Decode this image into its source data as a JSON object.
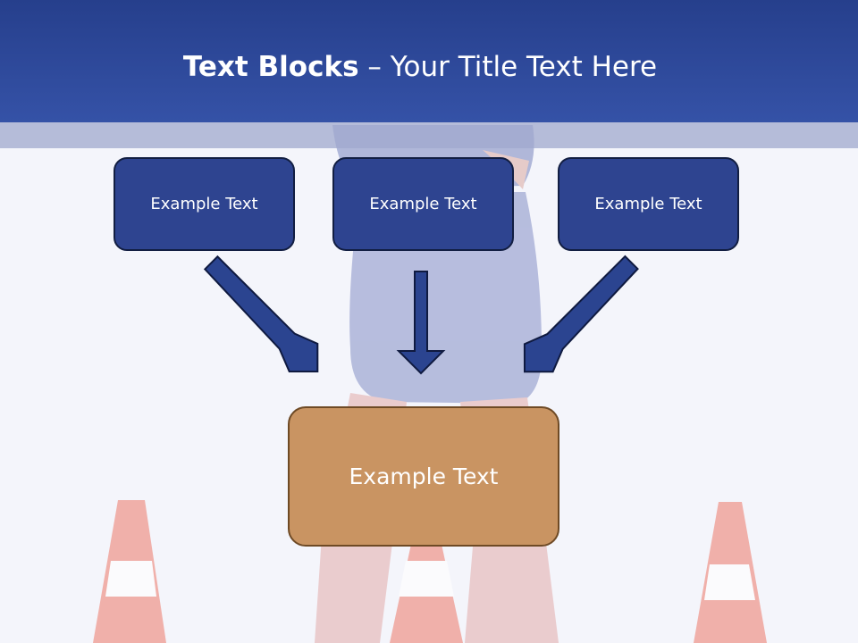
{
  "slide": {
    "title_bold": "Text Blocks",
    "title_dash": " – ",
    "title_rest": "Your Title Text Here"
  },
  "blocks": {
    "top": [
      {
        "label": "Example Text"
      },
      {
        "label": "Example Text"
      },
      {
        "label": "Example Text"
      }
    ],
    "result": {
      "label": "Example Text"
    }
  },
  "colors": {
    "header": "#2f4ba0",
    "block_fill": "#2e4490",
    "block_border": "#121e42",
    "result_fill": "#c99462",
    "result_border": "#6e4a25",
    "arrow_fill": "#2b4490",
    "arrow_stroke": "#0f1a40"
  },
  "background_image": "faded person in blue dress standing among traffic cones"
}
